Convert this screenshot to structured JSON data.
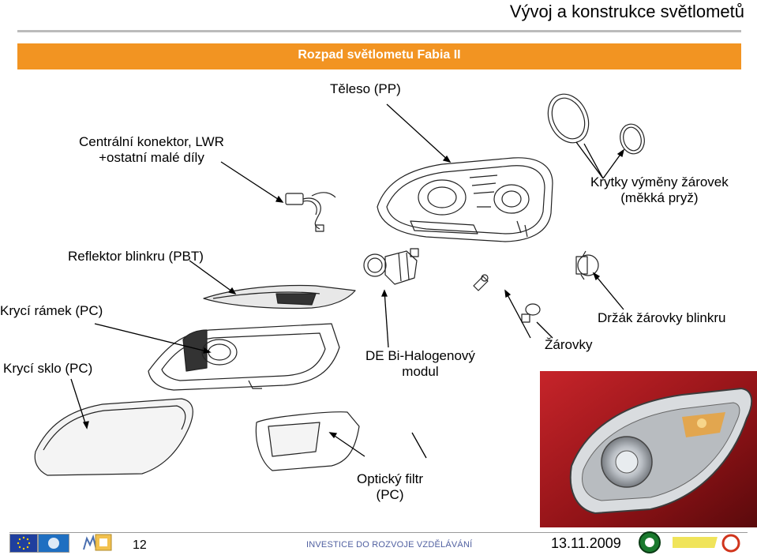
{
  "header": {
    "title": "Vývoj a konstrukce světlometů",
    "banner": "Rozpad světlometu Fabia II"
  },
  "labels": {
    "teleso": "Těleso (PP)",
    "konektor_line1": "Centrální konektor, LWR",
    "konektor_line2": "+ostatní malé díly",
    "krytky_line1": "Krytky výměny žárovek",
    "krytky_line2": "(měkká pryž)",
    "reflektor": "Reflektor blinkru (PBT)",
    "ramek": "Krycí rámek (PC)",
    "drzak": "Držák žárovky blinkru",
    "sklo": "Krycí sklo (PC)",
    "modul_line1": "DE Bi-Halogenový",
    "modul_line2": "modul",
    "zarovky": "Žárovky",
    "filtr_line1": "Optický filtr",
    "filtr_line2": "(PC)"
  },
  "footer": {
    "page_number": "12",
    "investice": "INVESTICE DO ROZVOJE VZDĚLÁVÁNÍ",
    "date": "13.11.2009"
  },
  "colors": {
    "banner": "#f29422",
    "banner_text": "#ffffff",
    "rule": "#bbbbbb"
  },
  "icons": [
    "eu-flag-logo",
    "esf-logo",
    "msmt-logo",
    "op-logo",
    "skoda-logo",
    "tredo-logo"
  ]
}
